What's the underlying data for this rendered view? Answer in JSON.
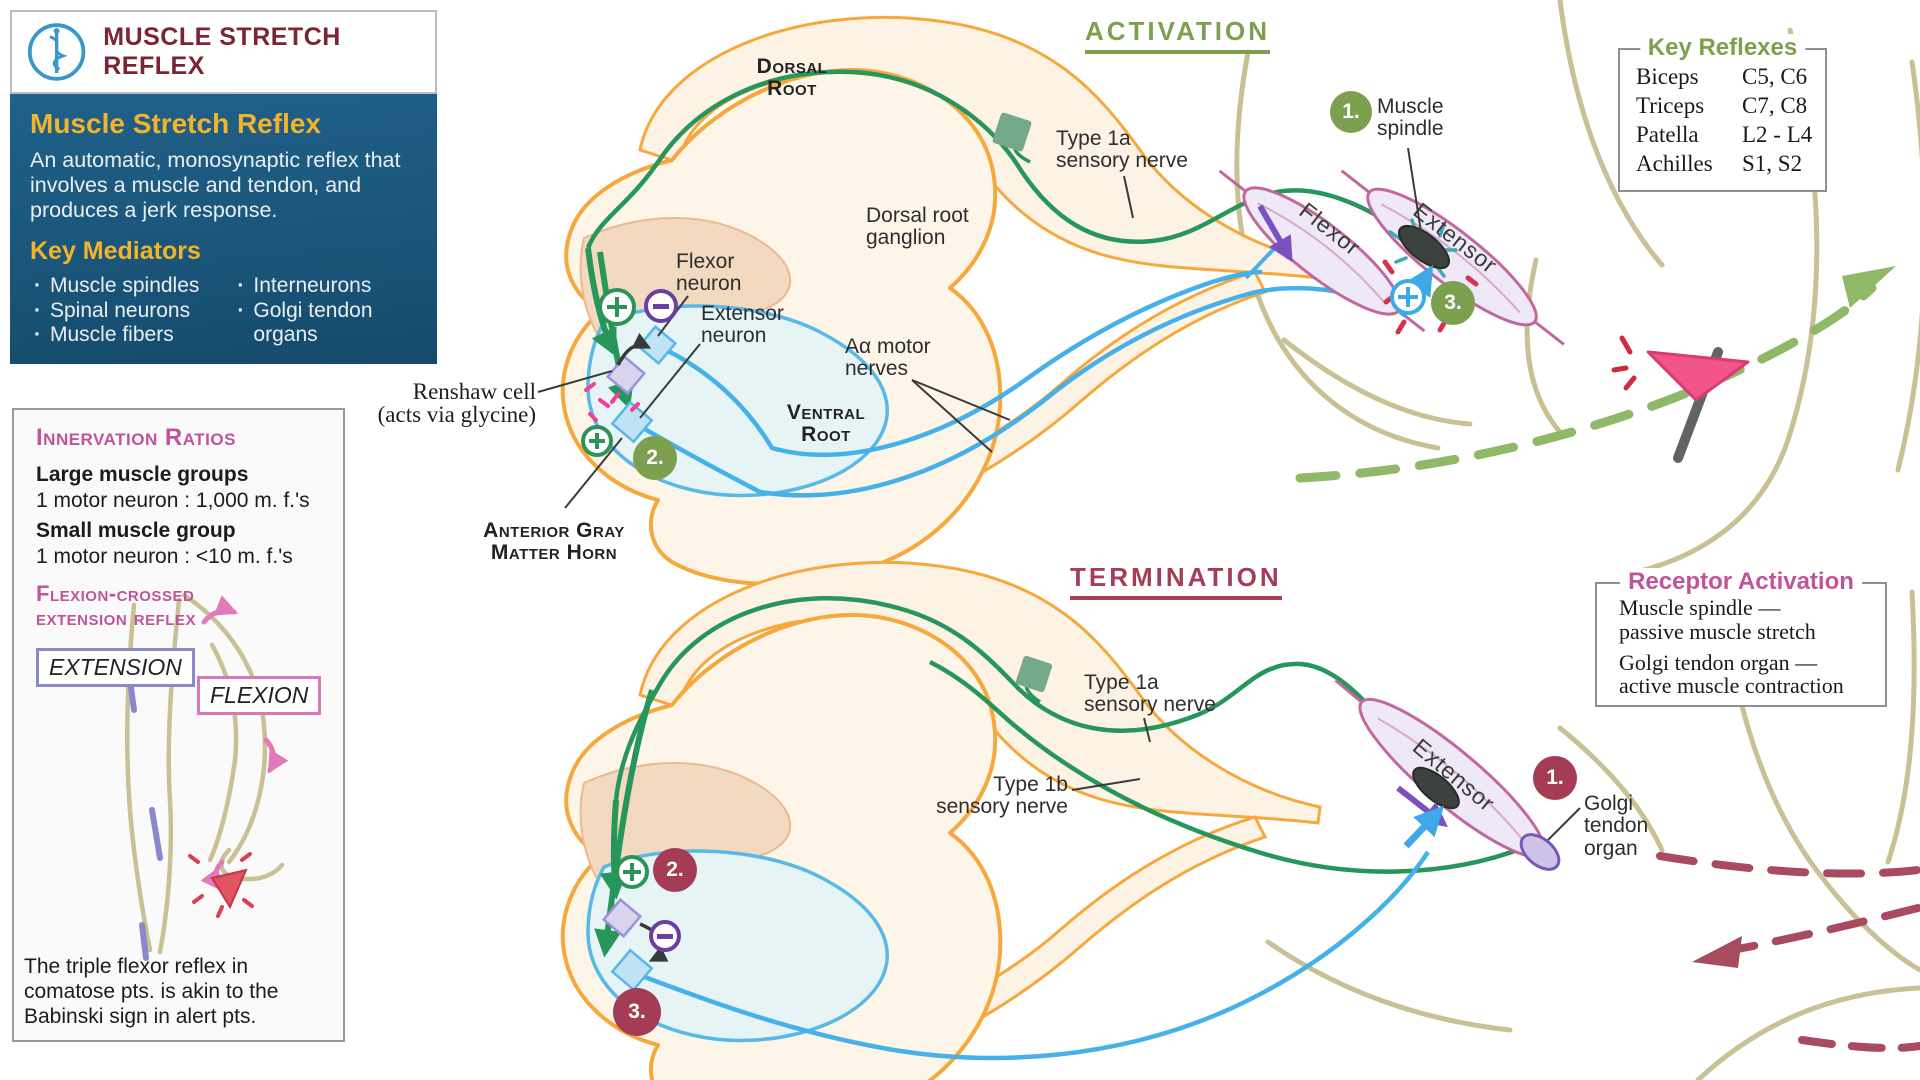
{
  "header": {
    "title": "MUSCLE STRETCH REFLEX",
    "icon": "rod-of-asclepius-icon"
  },
  "overview": {
    "title": "Muscle Stretch Reflex",
    "description": "An automatic, monosynaptic reflex that involves a muscle and tendon, and produces a jerk response.",
    "mediators_title": "Key Mediators",
    "mediators_col1": [
      "Muscle spindles",
      "Spinal neurons",
      "Muscle fibers"
    ],
    "mediators_col2": [
      "Interneurons",
      "Golgi tendon organs"
    ]
  },
  "innervation": {
    "title": "Innervation Ratios",
    "large_label": "Large muscle groups",
    "large_value": "1 motor neuron : 1,000 m. f.'s",
    "small_label": "Small muscle group",
    "small_value": "1 motor neuron : <10 m. f.'s",
    "flexion_title": "Flexion-crossed\nextension reflex",
    "extension_tag": "EXTENSION",
    "flexion_tag": "FLEXION",
    "note": "The triple flexor reflex in comatose pts. is akin to the Babinski sign in alert pts."
  },
  "key_reflexes": {
    "title": "Key Reflexes",
    "rows": [
      {
        "name": "Biceps",
        "level": "C5, C6"
      },
      {
        "name": "Triceps",
        "level": "C7, C8"
      },
      {
        "name": "Patella",
        "level": "L2 - L4"
      },
      {
        "name": "Achilles",
        "level": "S1, S2"
      }
    ]
  },
  "receptor_activation": {
    "title": "Receptor Activation",
    "items": [
      "Muscle spindle —\npassive muscle stretch",
      "Golgi tendon organ —\nactive muscle contraction"
    ]
  },
  "activation": {
    "title": "ACTIVATION",
    "dorsal_root": "Dorsal\nRoot",
    "type1a": "Type 1a\nsensory nerve",
    "ganglion": "Dorsal root\nganglion",
    "muscle_spindle": "Muscle\nspindle",
    "flexor_muscle": "Flexor",
    "extensor_muscle": "Extensor",
    "flexor_neuron": "Flexor\nneuron",
    "extensor_neuron": "Extensor\nneuron",
    "renshaw": "Renshaw cell\n(acts via glycine)",
    "a_alpha": "Aα motor\nnerves",
    "ventral_root": "Ventral\nRoot",
    "anterior_horn": "Anterior Gray\nMatter Horn",
    "steps": [
      "1.",
      "2.",
      "3."
    ]
  },
  "termination": {
    "title": "TERMINATION",
    "type1a": "Type 1a\nsensory nerve",
    "type1b": "Type 1b\nsensory nerve",
    "extensor_muscle": "Extensor",
    "golgi": "Golgi\ntendon\norgan",
    "steps": [
      "1.",
      "2.",
      "3."
    ]
  },
  "icons": {
    "excitatory": "plus-circle-icon",
    "inhibitory": "minus-circle-icon"
  },
  "colors": {
    "panel_blue": "#1a567a",
    "gold": "#f3b32b",
    "pink_heading": "#c0549b",
    "green_heading": "#7da04f",
    "maroon_heading": "#a63d56",
    "title_maroon": "#7a2434",
    "nerve_green": "#27965a",
    "nerve_blue": "#45b1e8",
    "root_orange": "#f6a83c",
    "badge_green": "#7da050",
    "badge_maroon": "#a43c55"
  }
}
